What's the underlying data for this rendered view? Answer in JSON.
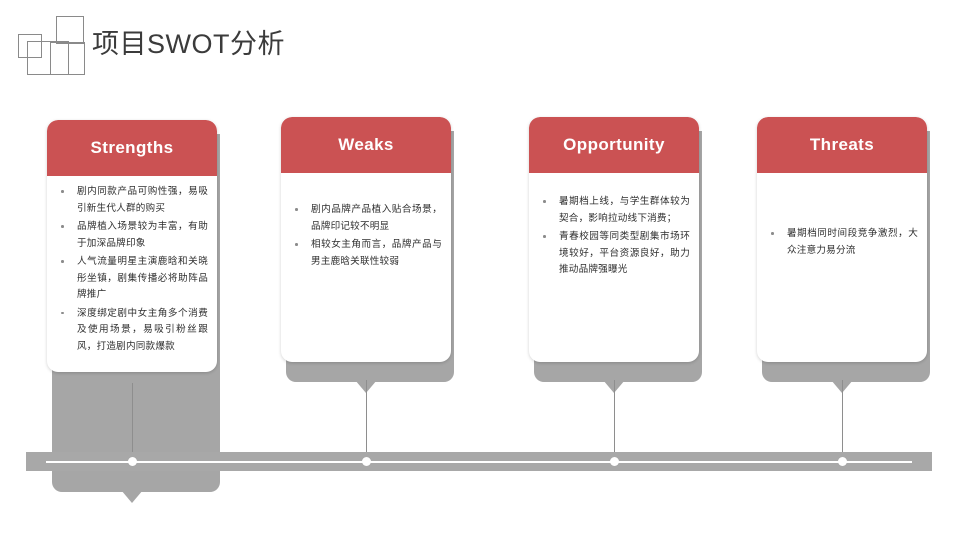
{
  "header": {
    "title": "项目SWOT分析",
    "logo_icon": "overlapping-squares-logo"
  },
  "slide": {
    "accent_color": "#cb5253",
    "timeline_color": "#a8a8a8",
    "background_color": "#ffffff"
  },
  "cards": [
    {
      "key": "strengths",
      "title": "Strengths",
      "bullets": [
        "剧内同款产品可购性强，易吸引新生代人群的购买",
        "品牌植入场景较为丰富，有助于加深品牌印象",
        "人气流量明星主演鹿晗和关晓彤坐镇，剧集传播必将助阵品牌推广",
        "深度绑定剧中女主角多个消费及使用场景，易吸引粉丝跟风，打造剧内同款爆款"
      ]
    },
    {
      "key": "weaks",
      "title": "Weaks",
      "bullets": [
        "剧内品牌产品植入贴合场景，品牌印记较不明显",
        "相较女主角而言，品牌产品与男主鹿晗关联性较弱"
      ]
    },
    {
      "key": "opportunity",
      "title": "Opportunity",
      "bullets": [
        "暑期档上线，与学生群体较为契合，影响拉动线下消费；",
        "青春校园等同类型剧集市场环境较好，平台资源良好，助力推动品牌强曝光"
      ]
    },
    {
      "key": "threats",
      "title": "Threats",
      "bullets": [
        "暑期档同时间段竞争激烈，大众注意力易分流"
      ]
    }
  ]
}
